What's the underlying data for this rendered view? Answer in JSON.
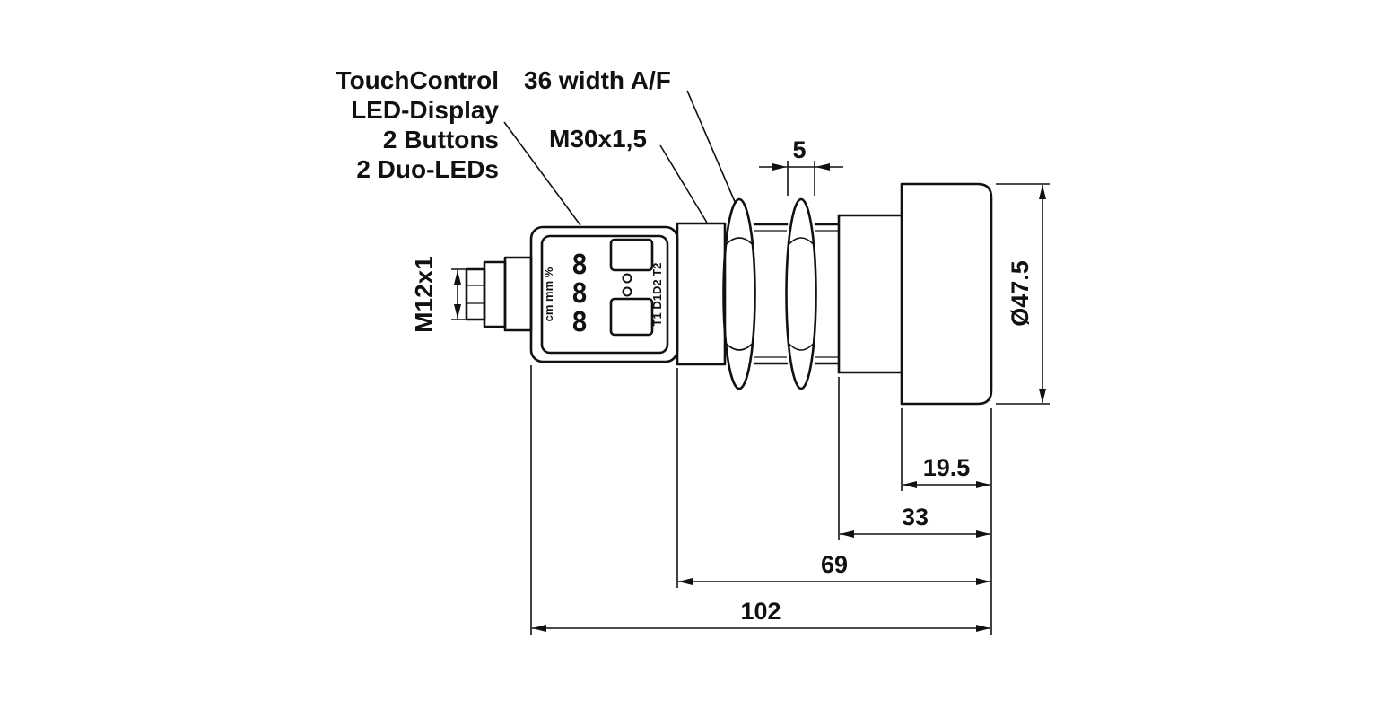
{
  "annotations": {
    "feature_lines": [
      "TouchControl",
      "LED-Display",
      "2 Buttons",
      "2 Duo-LEDs"
    ],
    "width_af": "36 width A/F",
    "thread": "M30x1,5",
    "connector_thread": "M12x1"
  },
  "display": {
    "digits": "888",
    "unit_labels": "cm mm %",
    "touch_labels": "T1 D1D2 T2"
  },
  "dimensions": {
    "nut_width": "5",
    "head_diameter": "Ø47.5",
    "head_length": "19.5",
    "sleeve_length": "33",
    "body_length": "69",
    "total_length": "102"
  }
}
